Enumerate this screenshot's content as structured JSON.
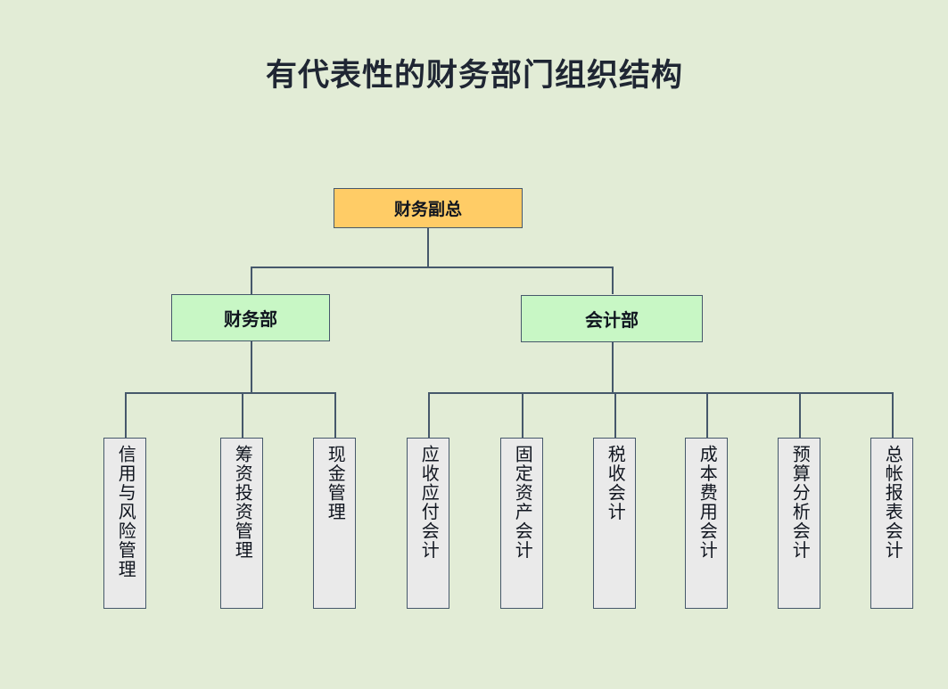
{
  "title": "有代表性的财务部门组织结构",
  "colors": {
    "background": "#e2ecd6",
    "root_fill": "#ffcc66",
    "dept_fill": "#c8f7c5",
    "leaf_fill": "#eaeaea",
    "border": "#46586b",
    "title_text": "#1f2633"
  },
  "chart_data": {
    "type": "org-chart",
    "title": "有代表性的财务部门组织结构",
    "root": {
      "label": "财务副总",
      "children": [
        {
          "label": "财务部",
          "children": [
            {
              "label": "信用与风险管理"
            },
            {
              "label": "筹资投资管理"
            },
            {
              "label": "现金管理"
            }
          ]
        },
        {
          "label": "会计部",
          "children": [
            {
              "label": "应收应付会计"
            },
            {
              "label": "固定资产会计"
            },
            {
              "label": "税收会计"
            },
            {
              "label": "成本费用会计"
            },
            {
              "label": "预算分析会计"
            },
            {
              "label": "总帐报表会计"
            }
          ]
        }
      ]
    }
  },
  "nodes": {
    "root": {
      "label": "财务副总"
    },
    "dept_finance": {
      "label": "财务部"
    },
    "dept_accounting": {
      "label": "会计部"
    },
    "leaf_credit_risk": {
      "label": "信用与风险管理"
    },
    "leaf_financing_investment": {
      "label": "筹资投资管理"
    },
    "leaf_cash": {
      "label": "现金管理"
    },
    "leaf_ar_ap": {
      "label": "应收应付会计"
    },
    "leaf_fixed_assets": {
      "label": "固定资产会计"
    },
    "leaf_tax": {
      "label": "税收会计"
    },
    "leaf_cost_expense": {
      "label": "成本费用会计"
    },
    "leaf_budget_analysis": {
      "label": "预算分析会计"
    },
    "leaf_gl_reporting": {
      "label": "总帐报表会计"
    }
  }
}
